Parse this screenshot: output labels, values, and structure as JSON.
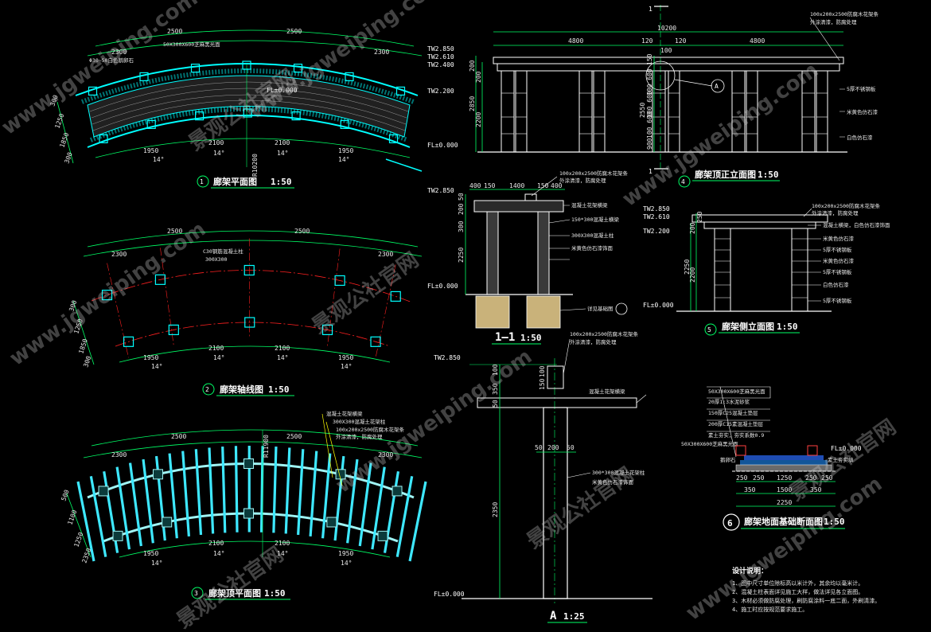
{
  "sheet": {
    "views": [
      {
        "num": "1",
        "title": "廊架平面图",
        "scale": "1:50"
      },
      {
        "num": "2",
        "title": "廊架轴线图",
        "scale": "1:50"
      },
      {
        "num": "3",
        "title": "廊架顶平面图",
        "scale": "1:50"
      },
      {
        "num": "4",
        "title": "廊架顶正立面图",
        "scale": "1:50"
      },
      {
        "num": "5",
        "title": "廊架侧立面图",
        "scale": "1:50"
      },
      {
        "num": "6",
        "title": "廊架地面基础断面图",
        "scale": "1:50"
      }
    ],
    "section_11": {
      "title": "1—1",
      "scale": "1:50"
    },
    "detail_a": {
      "title": "A",
      "scale": "1:25"
    }
  },
  "plan_view": {
    "top_dims": [
      "2500",
      "2500"
    ],
    "outer_dims": [
      "2300",
      "2300"
    ],
    "bottom_dims": [
      "1950",
      "2100",
      "2100",
      "1950"
    ],
    "angle": "14°",
    "left_dims": [
      "300",
      "1250",
      "1850",
      "300"
    ],
    "notes": [
      "50X300X600芝麻黑光面",
      "Φ30~50白色鹅卵石"
    ],
    "level": "FL±0.000",
    "radius": "R10200"
  },
  "axis_view": {
    "top_dims": [
      "2500",
      "2500"
    ],
    "outer_dims": [
      "2300",
      "2300"
    ],
    "bottom_dims": [
      "1950",
      "2100",
      "2100",
      "1950"
    ],
    "angle": "14°",
    "left_dims": [
      "300",
      "1250",
      "1850",
      "300"
    ],
    "notes": [
      "C30钢筋混凝土柱",
      "300X300"
    ]
  },
  "roof_view": {
    "top_dims": [
      "2500",
      "2500"
    ],
    "outer_dims": [
      "2300",
      "2300"
    ],
    "bottom_dims": [
      "1950",
      "2100",
      "2100",
      "1950"
    ],
    "angle": "14°",
    "left_dims": [
      "500",
      "1100",
      "1250",
      "2350"
    ],
    "radius": "R11900",
    "notes": [
      "混凝土花架横梁",
      "300X300混凝土花架柱",
      "100x200x2500防腐木花架条",
      "外涂清漆，防腐处理"
    ]
  },
  "front_elevation": {
    "overall": "10200",
    "spans": [
      "4800",
      "4800"
    ],
    "mid": [
      "120",
      "100",
      "120"
    ],
    "levels": [
      "TW2.850",
      "TW2.610",
      "TW2.400",
      "TW2.200",
      "FL±0.000"
    ],
    "left_dims": [
      "200",
      "200",
      "2850",
      "2200"
    ],
    "mid_dims": [
      "150",
      "2550",
      "100 600",
      "100 600",
      "100 600",
      "900"
    ],
    "cut_mark": "1",
    "detail_mark": "A",
    "notes": [
      "100x200x2500防腐木花架条",
      "外涂清漆，防腐处理",
      "5厚不锈钢板",
      "米黄色仿石漆",
      "白色仿石漆"
    ]
  },
  "section_11_view": {
    "top_dims": [
      "400",
      "150",
      "1400",
      "150",
      "400"
    ],
    "level_top": "TW2.850",
    "level_bottom": "FL±0.000",
    "left_dims": [
      "50",
      "200",
      "300",
      "2250"
    ],
    "notes": [
      "100x200x2500防腐木花架条",
      "外涂清漆，防腐处理",
      "混凝土花架横梁",
      "150*300混凝土横梁",
      "300X300混凝土柱",
      "米黄色仿石漆饰面",
      "详见基础图"
    ]
  },
  "side_elevation": {
    "levels": [
      "TW2.850",
      "TW2.610",
      "TW2.200",
      "FL±0.000"
    ],
    "left_dims": [
      "250",
      "200",
      "2250",
      "2200"
    ],
    "notes": [
      "100x200x2500防腐木花架条",
      "外涂清漆，防腐处理",
      "混凝土横梁，白色仿石漆饰面",
      "米黄色仿石漆",
      "5厚不锈钢板",
      "米黄色仿石漆",
      "5厚不锈钢板",
      "白色仿石漆",
      "5厚不锈钢板"
    ]
  },
  "detail_a_view": {
    "level_top": "TW2.850",
    "level_bottom": "FL±0.000",
    "left_dims": [
      "100",
      "350",
      "50",
      "2350"
    ],
    "beam_dims": [
      "150",
      "100"
    ],
    "col_dims": [
      "50",
      "200",
      "50"
    ],
    "notes": [
      "100x200x2500防腐木花架条",
      "外涂清漆，防腐处理",
      "混凝土花架横梁",
      "300*300混凝土花架柱",
      "米黄色仿石漆饰面"
    ]
  },
  "foundation": {
    "layers": [
      "50X300X600芝麻黑光面",
      "20厚1:3水泥砂浆",
      "150厚C25混凝土垫层",
      "200厚C15素混凝土垫层",
      "素土夯实，夯实系数0.9"
    ],
    "tile_note": "50X300X600芝麻黑光面",
    "pebble_note": "鹅卵石",
    "pebble_note2": "素土夯实填",
    "level": "FL±0.000",
    "dims_row1": [
      "250",
      "250",
      "1250",
      "250",
      "250"
    ],
    "dims_row2": [
      "350",
      "1500",
      "350"
    ],
    "dims_row3": [
      "2250"
    ]
  },
  "design_notes": {
    "heading": "设计说明：",
    "items": [
      "1、图中尺寸单位除标高以米计外，其余均以毫米计。",
      "2、混凝土柱表面详见施工大样，做法详见各立面图。",
      "3、木材必须做防腐处理，刷防腐涂料一底二面，外刷清漆。",
      "4、施工时应按规范要求施工。"
    ]
  },
  "watermarks": [
    "www.jgweiping.com",
    "景观公社官网"
  ],
  "colors": {
    "bg": "#000000",
    "dim": "#00ff66",
    "wall": "#00ffff",
    "beam": "#9ff4f4",
    "axis": "#ff2020",
    "text": "#e8e8e8",
    "leader": "#ffff00",
    "hatch": "#c9b27a"
  }
}
